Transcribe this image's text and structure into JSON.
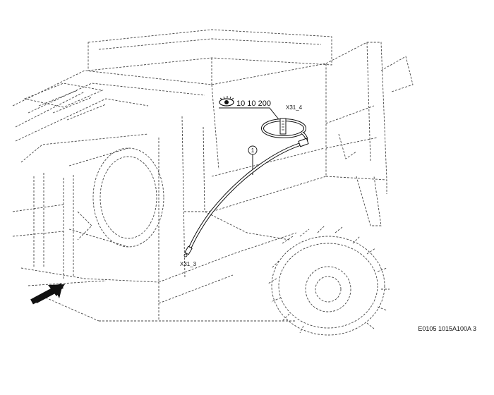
{
  "callout_ref": "10 10 200",
  "callout_icon": "eye-icon",
  "item_number": "1",
  "connector_top": "X31_4",
  "connector_bottom": "X31_3",
  "figure_id": "E0105 1015A100A 3",
  "arrow_icon": "direction-arrow-icon"
}
